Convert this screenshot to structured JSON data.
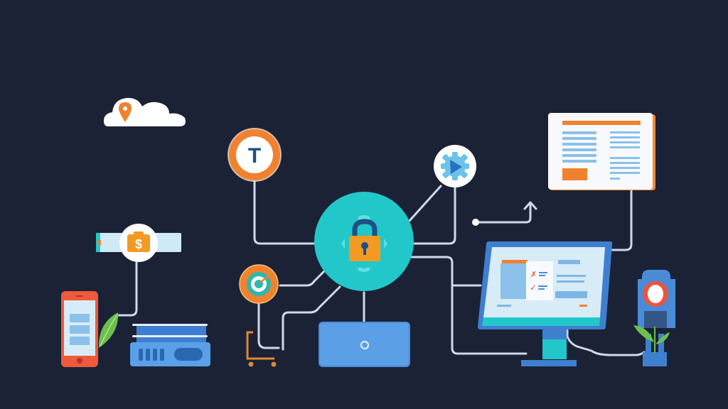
{
  "scene": {
    "description": "Flat illustration of a secure network: central padlock hub connected by lines to devices and service icons",
    "background": "#1b2236",
    "line_color": "#cfd8ea"
  },
  "colors": {
    "teal": "#22c7c9",
    "orange": "#f0822f",
    "orange_lock": "#f39a22",
    "blue": "#4a8bd8",
    "light_blue": "#7fb6e6",
    "pale_blue": "#d8ecf8",
    "navy": "#1f4f86",
    "white": "#ffffff",
    "green": "#6cc04a",
    "red": "#e9553d"
  },
  "nodes": {
    "cloud": {
      "label": "cloud-location",
      "icon": "map-pin"
    },
    "t_badge": {
      "glyph": "T"
    },
    "gear_play": {
      "icon": "gear-play"
    },
    "lock_hub": {
      "icon": "padlock"
    },
    "target": {
      "icon": "target"
    },
    "wallet": {
      "glyph": "$",
      "icon": "briefcase-dollar"
    },
    "document": {
      "icon": "document-panel"
    },
    "monitor": {
      "icon": "desktop-monitor-checklist"
    },
    "phone": {
      "icon": "smartphone"
    },
    "server": {
      "icon": "server-stack"
    },
    "laptop": {
      "icon": "device-panel"
    },
    "cart": {
      "icon": "shopping-cart"
    },
    "signal": {
      "icon": "beacon-with-plant"
    },
    "arrow": {
      "icon": "arrow-up-right"
    }
  }
}
